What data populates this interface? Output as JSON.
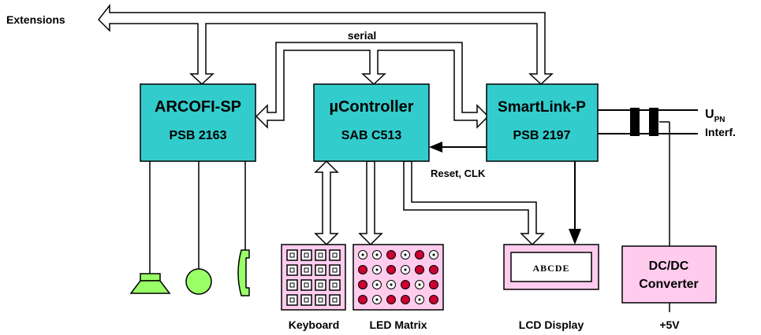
{
  "labels": {
    "extensions": "Extensions",
    "serial": "serial",
    "reset_clk": "Reset, CLK",
    "upn_u": "U",
    "upn_sub": "PN",
    "upn_interf": "Interf.",
    "plus5v": "+5V"
  },
  "blocks": {
    "arcofi": {
      "title": "ARCOFI-SP",
      "part": "PSB 2163"
    },
    "controller": {
      "title": "µController",
      "part": "SAB C513"
    },
    "smartlink": {
      "title": "SmartLink-P",
      "part": "PSB 2197"
    },
    "dcdc": {
      "line1": "DC/DC",
      "line2": "Converter"
    }
  },
  "peripherals": {
    "keyboard": "Keyboard",
    "led_matrix": "LED Matrix",
    "lcd_display": "LCD Display",
    "lcd_text": "ABCDE"
  },
  "led_matrix_pattern": [
    [
      "o",
      "o",
      "r",
      "o",
      "r",
      "o"
    ],
    [
      "r",
      "o",
      "r",
      "o",
      "r",
      "r"
    ],
    [
      "r",
      "o",
      "o",
      "r",
      "o",
      "r"
    ],
    [
      "r",
      "o",
      "r",
      "r",
      "o",
      "r"
    ]
  ],
  "colors": {
    "block_fill": "#33cccc",
    "peripheral_fill": "#ffccee",
    "phone_fill": "#99ff66",
    "led_red": "#cc0033"
  },
  "icons": [
    "speaker-icon",
    "microphone-icon",
    "telephone-handset-icon"
  ]
}
